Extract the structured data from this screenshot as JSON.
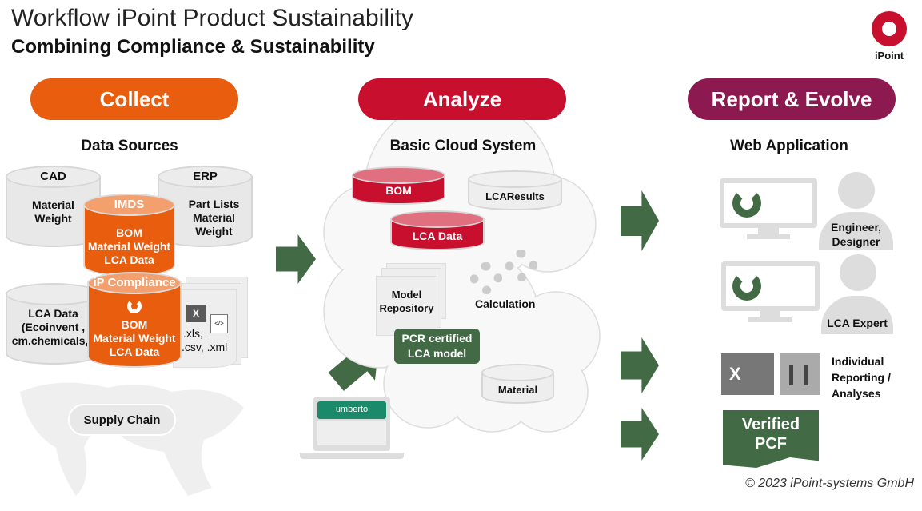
{
  "header": {
    "title": "Workflow iPoint Product Sustainability",
    "subtitle": "Combining Compliance & Sustainability",
    "logo_text": "iPoint"
  },
  "colors": {
    "collect": "#e85d0e",
    "analyze": "#c8102e",
    "report": "#8c1a50",
    "green": "#426b45",
    "gray": "#e8e8e8"
  },
  "collect": {
    "label": "Collect",
    "heading": "Data Sources",
    "cad": {
      "title": "CAD",
      "text": [
        "Material",
        "Weight"
      ]
    },
    "erp": {
      "title": "ERP",
      "text": [
        "Part Lists",
        "Material",
        "Weight"
      ]
    },
    "imds": {
      "title": "IMDS",
      "text": [
        "BOM",
        "Material Weight",
        "LCA Data"
      ]
    },
    "lca": {
      "text": [
        "LCA Data",
        "(Ecoinvent ,",
        "cm.chemicals,.."
      ]
    },
    "compliance": {
      "title": "iP Compliance",
      "text": [
        "BOM",
        "Material Weight",
        "LCA Data"
      ]
    },
    "files": {
      "text": [
        ".xls,",
        ".csv, .xml"
      ]
    },
    "supply_chain": "Supply Chain"
  },
  "analyze": {
    "label": "Analyze",
    "heading": "Basic Cloud System",
    "bom": "BOM",
    "lca_results": "LCAResults",
    "lca_data": "LCA Data",
    "model_repository": [
      "Model",
      "Repository"
    ],
    "calculation": "Calculation",
    "pcr": [
      "PCR certified",
      "LCA model"
    ],
    "material": "Material",
    "umberto": "umberto"
  },
  "report": {
    "label": "Report & Evolve",
    "heading": "Web Application",
    "engineer": [
      "Engineer,",
      "Designer"
    ],
    "lca_expert": "LCA Expert",
    "reporting": [
      "Individual",
      "Reporting /",
      "Analyses"
    ],
    "verified": [
      "Verified",
      "PCF"
    ]
  },
  "footer": {
    "copyright": "© 2023 iPoint-systems GmbH"
  }
}
